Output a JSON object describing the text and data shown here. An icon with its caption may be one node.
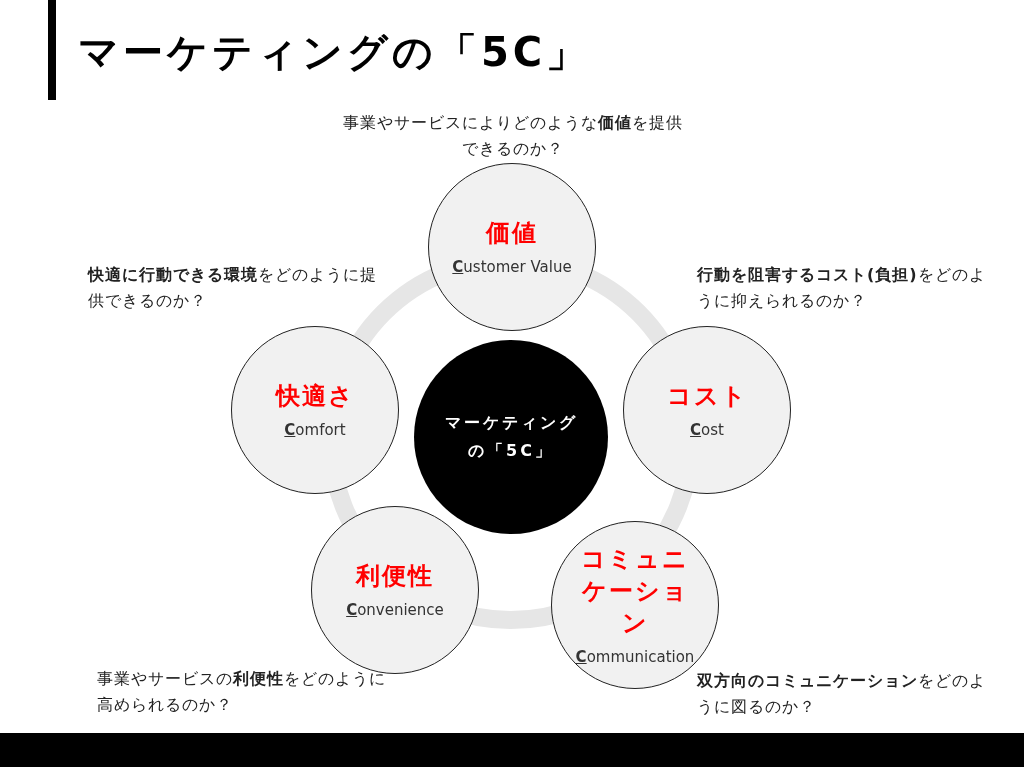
{
  "diagram": {
    "title": "マーケティングの「5C」",
    "nodes": [
      {
        "text": [
          "マーケティングの「5C」"
        ]
      },
      {
        "text": [
          "価値",
          "**C**ustomer Value"
        ],
        "beside": [
          "事業やサービスによりどのような**価値**を提供できるのか？"
        ]
      },
      {
        "text": [
          "コスト",
          "**C**ost"
        ],
        "beside": [
          "**行動を阻害するコスト(負担)**をどのように抑えられるのか？"
        ]
      },
      {
        "text": [
          "コミュニケーション",
          "**C**ommunication"
        ],
        "beside": [
          "**双方向のコミュニケーション**をどのように図るのか？"
        ]
      },
      {
        "text": [
          "利便性",
          "**C**onvenience"
        ],
        "beside": [
          "事業やサービスの**利便性**をどのように高められるのか？"
        ]
      },
      {
        "text": [
          "快適さ",
          "**C**omfort"
        ],
        "beside": [
          "**快適に行動できる環境**をどのように提供できるのか？"
        ]
      }
    ],
    "edges": []
  }
}
